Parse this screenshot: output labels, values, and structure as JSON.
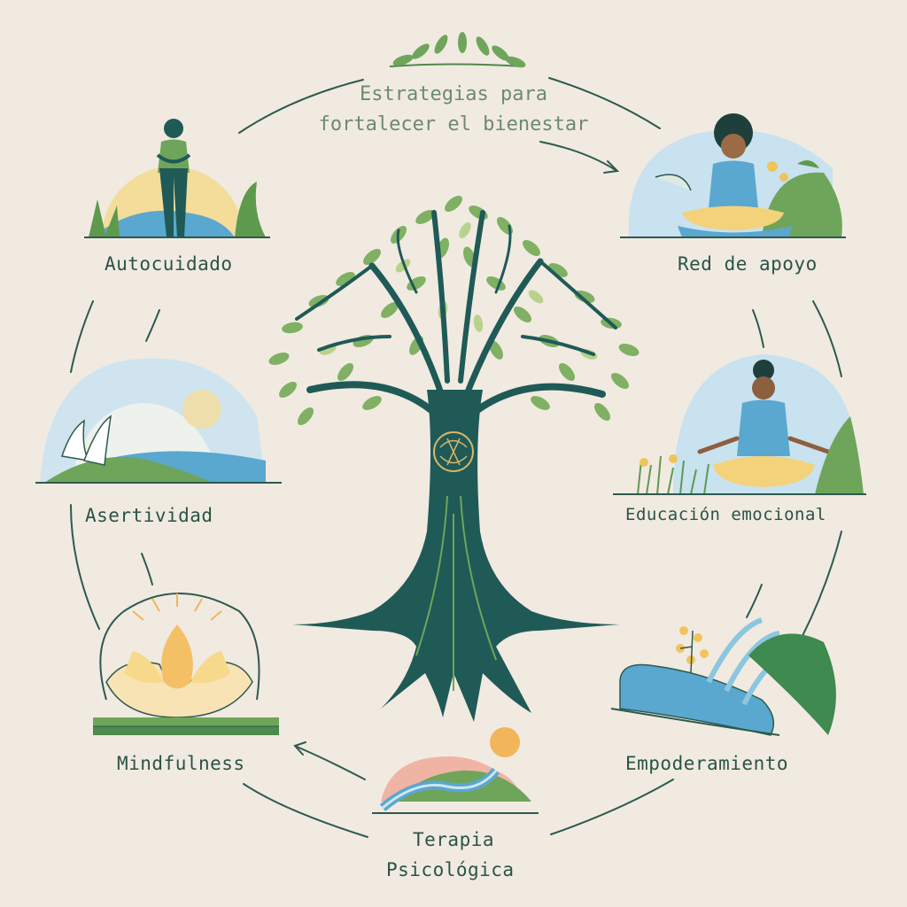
{
  "title": {
    "line1": "Estrategias para",
    "line2": "fortalecer el bienestar"
  },
  "strategies": [
    {
      "id": "autocuidado",
      "label": "Autocuidado"
    },
    {
      "id": "red-de-apoyo",
      "label": "Red de apoyo"
    },
    {
      "id": "asertividad",
      "label": "Asertividad"
    },
    {
      "id": "educacion-emocional",
      "label": "Educación emocional"
    },
    {
      "id": "mindfulness",
      "label": "Mindfulness"
    },
    {
      "id": "empoderamiento",
      "label": "Empoderamiento"
    },
    {
      "id": "terapia",
      "label_line1": "Terapia",
      "label_line2": "Psicológica"
    }
  ],
  "colors": {
    "background": "#f1eae1",
    "trunk": "#1f5a57",
    "leaf": "#6ea55a",
    "leaf_light": "#a7c97a",
    "water": "#5aa7cf",
    "sky": "#cfe4ef",
    "sun": "#f6d98a",
    "text": "#2a5446",
    "title": "#6c8a72"
  }
}
